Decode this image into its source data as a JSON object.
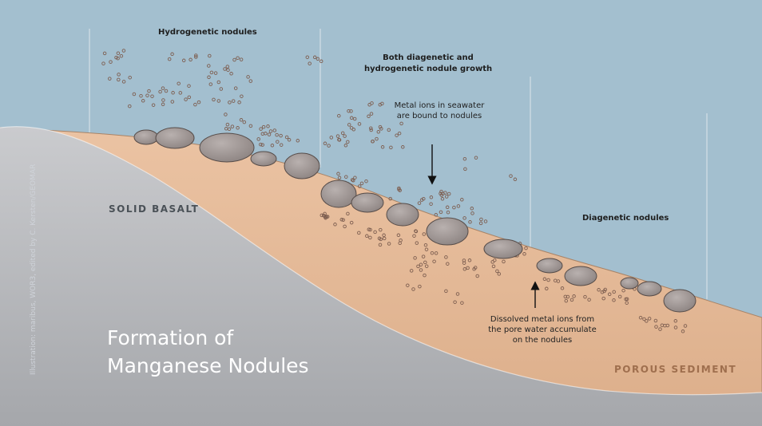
{
  "labels": {
    "hydrogenetic": "Hydrogenetic nodules",
    "both_line1": "Both diagenetic and",
    "both_line2": "hydrogenetic nodule growth",
    "seawater_line1": "Metal ions in seawater",
    "seawater_line2": "are bound to nodules",
    "diagenetic": "Diagenetic nodules",
    "solid_basalt": "SOLID BASALT",
    "porous_sediment": "POROUS SEDIMENT",
    "pore_line1": "Dissolved metal ions from",
    "pore_line2": "the pore water accumulate",
    "pore_line3": "on the nodules"
  },
  "title": {
    "line1": "Formation of",
    "line2": "Manganese Nodules"
  },
  "credit": "Illustration: maribus, WOR3, edited by C. Kersten/GEOMAR",
  "colors": {
    "seawater": "#a3bfcf",
    "sediment": "#e7bd9b",
    "sediment_edge": "#a98467",
    "basalt_top": "#c8cacd",
    "basalt_bottom": "#a6a8ac",
    "nodule": "#a9a09e",
    "nodule_edge": "#564c49",
    "ion_ring": "#7e5f51",
    "divider": "#d3dfe7",
    "region_basalt_text": "#4a5157",
    "region_sediment_text": "#9f6f4e"
  }
}
